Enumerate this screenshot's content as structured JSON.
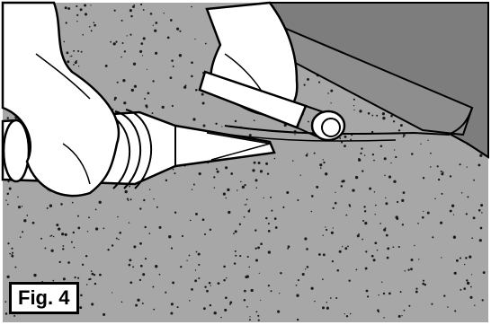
{
  "figure": {
    "label": "Fig. 4"
  },
  "colors": {
    "surface": "#a7a7a7",
    "wall": "#7a7a7a",
    "outline": "#000000",
    "glove": "#ffffff",
    "speckle": "#1a1a1a"
  },
  "illustration": {
    "elements": [
      "gloved-hand-icon",
      "heat-gun-icon",
      "seam-roller-icon",
      "membrane-seam",
      "flashing-strip",
      "speckled-surface"
    ]
  }
}
